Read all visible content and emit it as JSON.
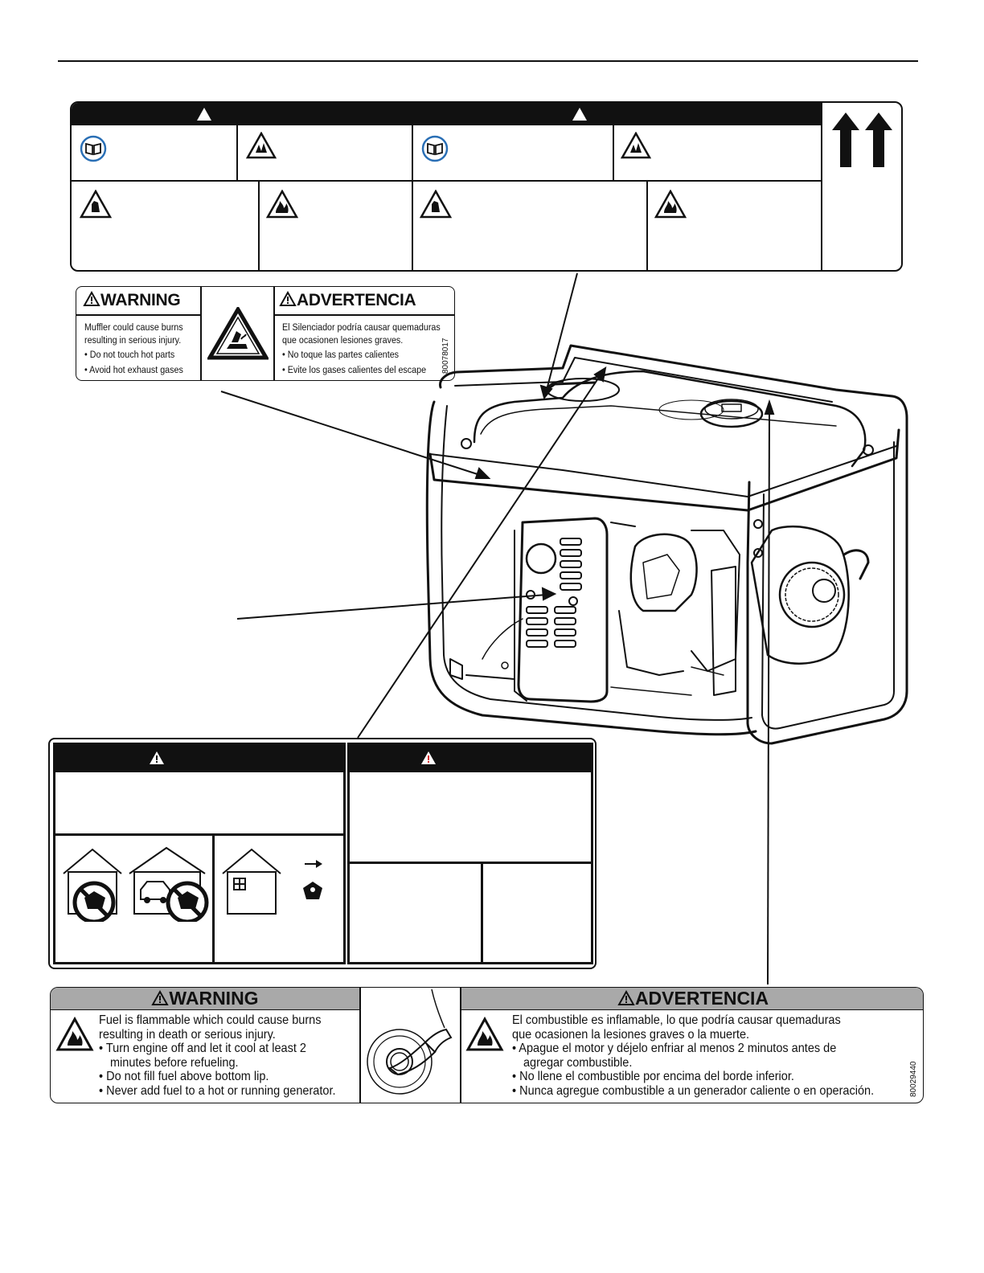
{
  "muffler_decal": {
    "warning_en": "WARNING",
    "warning_es": "ADVERTENCIA",
    "text_en_1": "Muffler could cause burns",
    "text_en_2": "resulting in serious injury.",
    "bullet_en_1": "• Do not touch hot parts",
    "bullet_en_2": "• Avoid hot exhaust gases",
    "text_es_1": "El Silenciador podría causar quemaduras",
    "text_es_2": "que ocasionen lesiones graves.",
    "bullet_es_1": "• No toque las partes calientes",
    "bullet_es_2": "• Evite los gases calientes del escape",
    "part_number": "80078017"
  },
  "fuel_decal": {
    "warning_en": "WARNING",
    "warning_es": "ADVERTENCIA",
    "en_line_1": "Fuel is flammable which could cause burns",
    "en_line_2": "resulting in death or serious injury.",
    "en_bullet_1a": "• Turn engine off and let it cool at least 2",
    "en_bullet_1b": "minutes before refueling.",
    "en_bullet_2": "• Do not fill fuel above bottom lip.",
    "en_bullet_3": "• Never add fuel to a hot or running generator.",
    "es_line_1": "El combustible es inflamable, lo que podría causar quemaduras",
    "es_line_2": "que ocasionen la lesiones graves o la muerte.",
    "es_bullet_1a": "• Apague el motor y déjelo enfriar al menos 2 minutos antes de",
    "es_bullet_1b": "agregar combustible.",
    "es_bullet_2": "• No llene el combustible por encima del borde inferior.",
    "es_bullet_3": "• Nunca agregue combustible a un generador caliente o en operación.",
    "part_number": "80029440"
  },
  "icons": {
    "top_decal": [
      "manual-icon",
      "explosion-icon",
      "hand-burn-icon",
      "fire-icon",
      "up-arrows-icon"
    ],
    "muffler_decal": [
      "hot-surface-icon"
    ],
    "lower_left_decal": [
      "no-indoor-use-icon",
      "no-garage-use-icon",
      "outdoor-use-icon"
    ],
    "fuel_decal": [
      "fire-icon",
      "fuel-fill-icon"
    ]
  },
  "colors": {
    "ink": "#111111",
    "header_gray": "#a9a9a9",
    "manual_blue": "#2a6fb5",
    "alert_red": "#d32f2f"
  }
}
